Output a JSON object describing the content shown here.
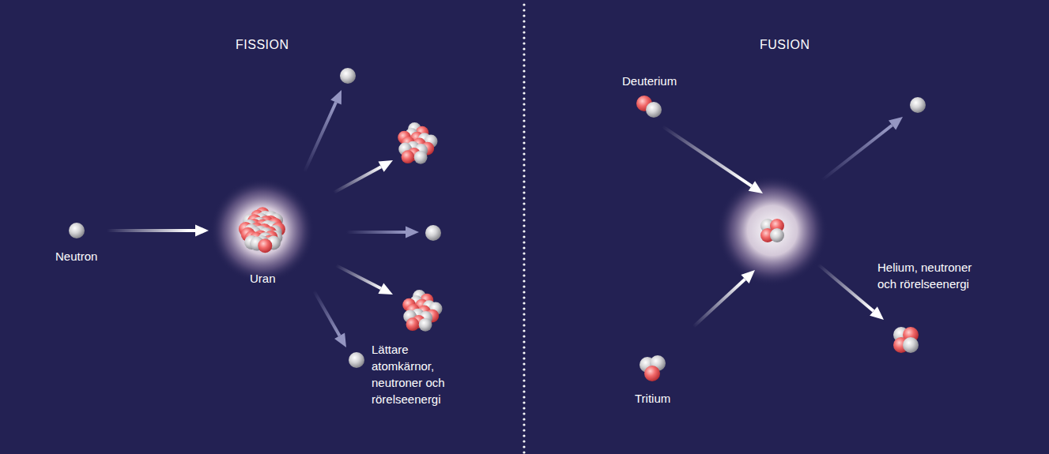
{
  "diagram": {
    "labels": [
      "FISSION",
      "Neutron",
      "Uran",
      "Lättare atomkärnor, neutroner och rörelseenergi",
      "FUSION",
      "Deuterium",
      "Tritium",
      "Helium, neutroner och rörelseenergi"
    ]
  }
}
